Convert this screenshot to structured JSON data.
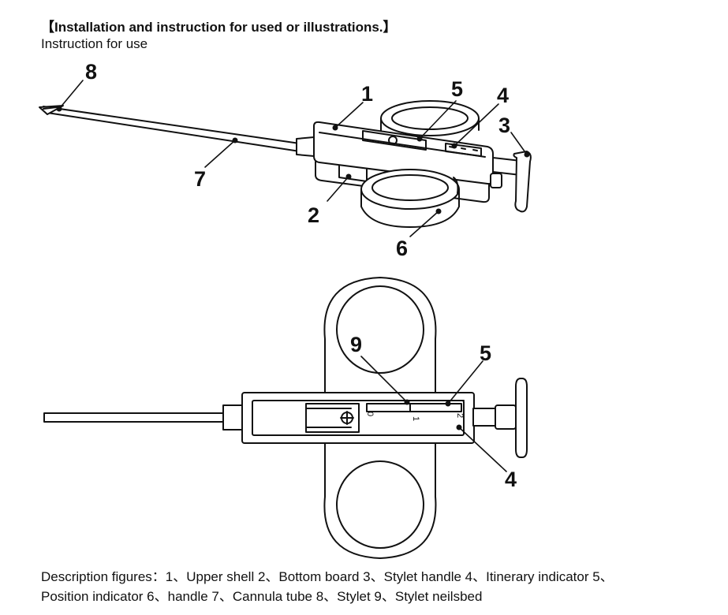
{
  "header": {
    "title": "【Installation and instruction for used or illustrations.】",
    "subtitle": "Instruction for use"
  },
  "figure_top": {
    "callouts": [
      "1",
      "2",
      "3",
      "4",
      "5",
      "6",
      "7",
      "8"
    ]
  },
  "figure_bottom": {
    "callouts": [
      "9",
      "5",
      "4"
    ],
    "scale_marks": [
      "0",
      "1",
      "2"
    ]
  },
  "description": {
    "line1": "Description figures：1、Upper shell 2、Bottom board 3、Stylet handle 4、Itinerary indicator 5、",
    "line2": "Position indicator 6、handle 7、Cannula tube 8、Stylet 9、Stylet neilsbed"
  }
}
